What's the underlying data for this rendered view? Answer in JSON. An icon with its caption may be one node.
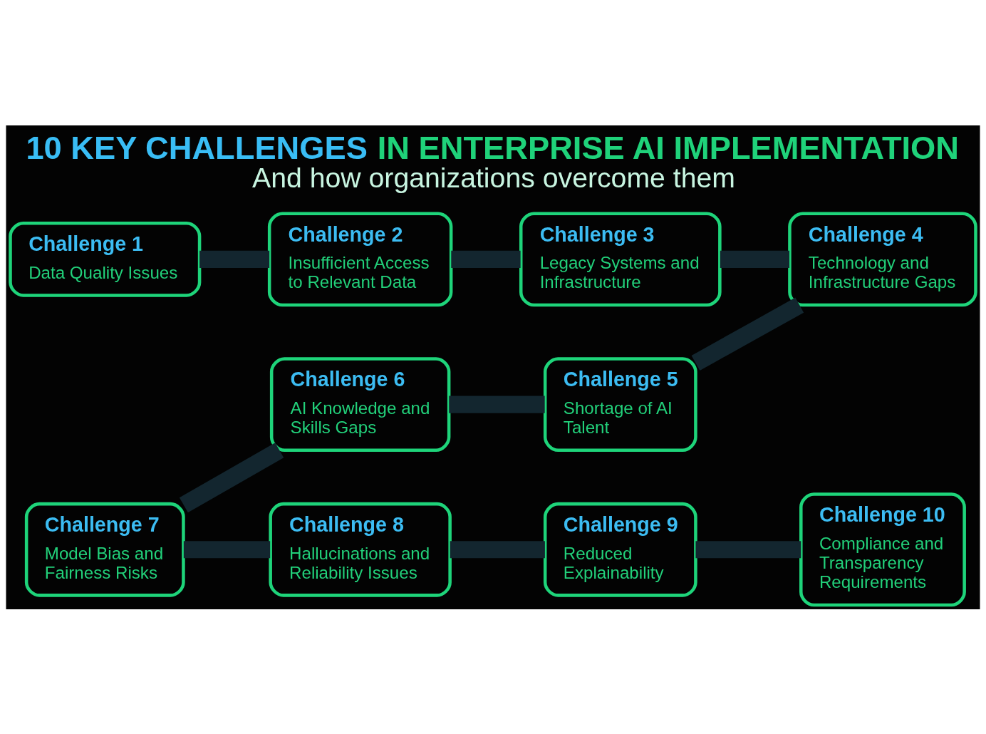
{
  "diagram": {
    "title": "10 KEY CHALLENGES IN ENTERPRISE AI IMPLEMENTATION",
    "caption": "And how organizations overcome them",
    "nodes": [
      {
        "text": [
          "Challenge 1",
          "Data Quality Issues"
        ]
      },
      {
        "text": [
          "Challenge 2",
          "Insufficient Access to Relevant Data"
        ]
      },
      {
        "text": [
          "Challenge 3",
          "Legacy Systems and Infrastructure"
        ]
      },
      {
        "text": [
          "Challenge 4",
          "Technology and Infrastructure Gaps"
        ]
      },
      {
        "text": [
          "Challenge 5",
          "Shortage of AI Talent"
        ]
      },
      {
        "text": [
          "Challenge 6",
          "AI Knowledge and Skills Gaps"
        ]
      },
      {
        "text": [
          "Challenge 7",
          "Model Bias and Fairness Risks"
        ]
      },
      {
        "text": [
          "Challenge 8",
          "Hallucinations and Reliability Issues"
        ]
      },
      {
        "text": [
          "Challenge 9",
          "Reduced Explainability"
        ]
      },
      {
        "text": [
          "Challenge 10",
          "Compliance and Transparency Requirements"
        ]
      }
    ],
    "edges": [
      {
        "from": 0,
        "to": 1,
        "arrow": "none"
      },
      {
        "from": 1,
        "to": 2,
        "arrow": "none"
      },
      {
        "from": 2,
        "to": 3,
        "arrow": "none"
      },
      {
        "from": 3,
        "to": 4,
        "arrow": "none"
      },
      {
        "from": 4,
        "to": 5,
        "arrow": "none"
      },
      {
        "from": 5,
        "to": 6,
        "arrow": "none"
      },
      {
        "from": 6,
        "to": 7,
        "arrow": "none"
      },
      {
        "from": 7,
        "to": 8,
        "arrow": "none"
      },
      {
        "from": 8,
        "to": 9,
        "arrow": "none"
      }
    ]
  }
}
